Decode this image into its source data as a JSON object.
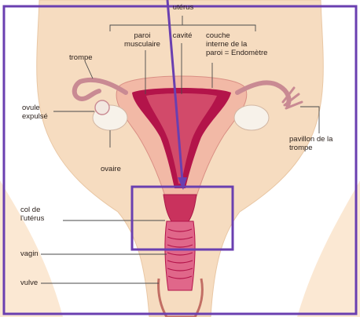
{
  "labels": {
    "uterus": "utérus",
    "paroi_musculaire": "paroi\nmusculaire",
    "cavite": "cavité",
    "couche_interne": "couche\ninterne de la\nparoi = Endomètre",
    "trompe": "trompe",
    "ovule_expulse": "ovule\nexpulsé",
    "ovaire": "ovaire",
    "pavillon": "pavillon de la\ntrompe",
    "col": "col de\nl'utérus",
    "vagin": "vagin",
    "vulve": "vulve"
  },
  "colors": {
    "frame": "#6a3fb0",
    "highlight_box": "#6a3fb0",
    "skin": "#f6dcc0",
    "uterus_wall": "#f2b9a6",
    "endometrium": "#b3144a",
    "cavity": "#d24a6a",
    "tube": "#c98a93",
    "ovary": "#f7f2ea",
    "label_line": "#4a4a4a"
  }
}
